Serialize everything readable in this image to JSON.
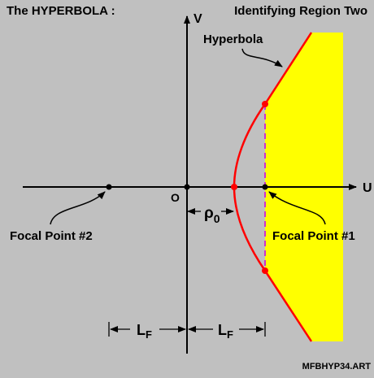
{
  "title_left": "The HYPERBOLA :",
  "title_right": "Identifying Region Two",
  "labels": {
    "hyperbola": "Hyperbola",
    "axis_v": "V",
    "axis_u": "U",
    "origin": "O",
    "rho": "ρ",
    "rho_sub": "0",
    "focal_1": "Focal Point #1",
    "focal_2": "Focal Point #2",
    "lf_left": "L",
    "lf_left_sub": "F",
    "lf_right": "L",
    "lf_right_sub": "F"
  },
  "footer": "MFBHYP34.ART",
  "colors": {
    "background": "#c0c0c0",
    "region_fill": "#ffff00",
    "curve": "#ff0000",
    "chord": "#cc33cc",
    "axes": "#000000"
  }
}
